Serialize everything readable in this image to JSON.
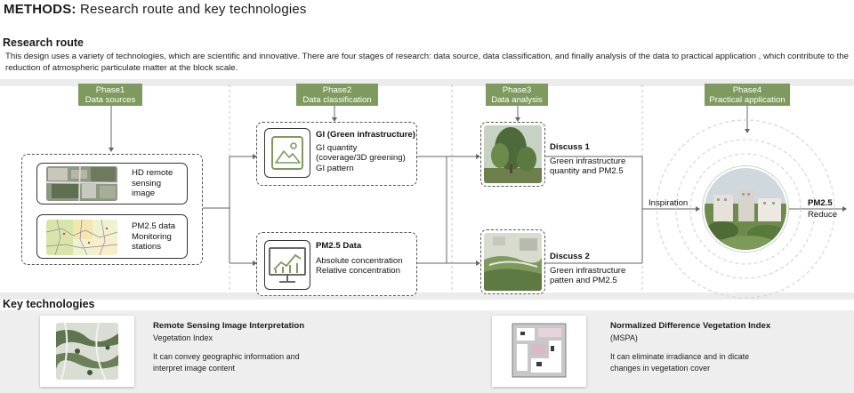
{
  "header": {
    "title_bold": "METHODS:",
    "title_rest": " Research route and key technologies"
  },
  "research_route": {
    "heading": "Research route",
    "intro": "This design uses a variety of technologies, which are scientific and innovative. There are four stages of research: data source, data classification, and finally analysis of the data to practical application , which contribute to the reduction of atmospheric particulate matter at the block scale."
  },
  "phases": [
    {
      "name": "Phase1",
      "label": "Data sources"
    },
    {
      "name": "Phase2",
      "label": "Data classification"
    },
    {
      "name": "Phase3",
      "label": "Data analysis"
    },
    {
      "name": "Phase4",
      "label": "Practical application"
    }
  ],
  "sources": [
    {
      "lines": [
        "HD remote",
        "sensing",
        "image"
      ]
    },
    {
      "lines": [
        "PM2.5 data",
        "Monitoring",
        "stations"
      ]
    }
  ],
  "classification": [
    {
      "title": "GI (Green infrastructure)",
      "lines": [
        "GI quantity",
        "(coverage/3D greening)",
        "GI pattern"
      ]
    },
    {
      "title": "PM2.5 Data",
      "lines": [
        "Absolute concentration",
        "Relative concentration"
      ]
    }
  ],
  "analysis": [
    {
      "title": "Discuss 1",
      "lines": [
        "Green infrastructure",
        "quantity and PM2.5"
      ]
    },
    {
      "title": "Discuss 2",
      "lines": [
        "Green infrastructure",
        "patten and PM2.5"
      ]
    }
  ],
  "application": {
    "inspiration": "Inspiration",
    "pm_label": "PM2.5",
    "reduce_label": "Reduce"
  },
  "key_technologies": {
    "heading": "Key technologies",
    "items": [
      {
        "title": "Remote Sensing Image Interpretation",
        "subtitle": "Vegetation  Index",
        "text": [
          "It can convey geographic information and",
          "interpret image content"
        ]
      },
      {
        "title": "Normalized Difference Vegetation Index",
        "subtitle": "(MSPA)",
        "text": [
          "It can eliminate irradiance and in dicate",
          "changes in vegetation cover"
        ]
      }
    ]
  },
  "colors": {
    "phase_green": "#7f9a5f",
    "line_gray": "#666666",
    "dash_gray": "#bbbbbb"
  }
}
